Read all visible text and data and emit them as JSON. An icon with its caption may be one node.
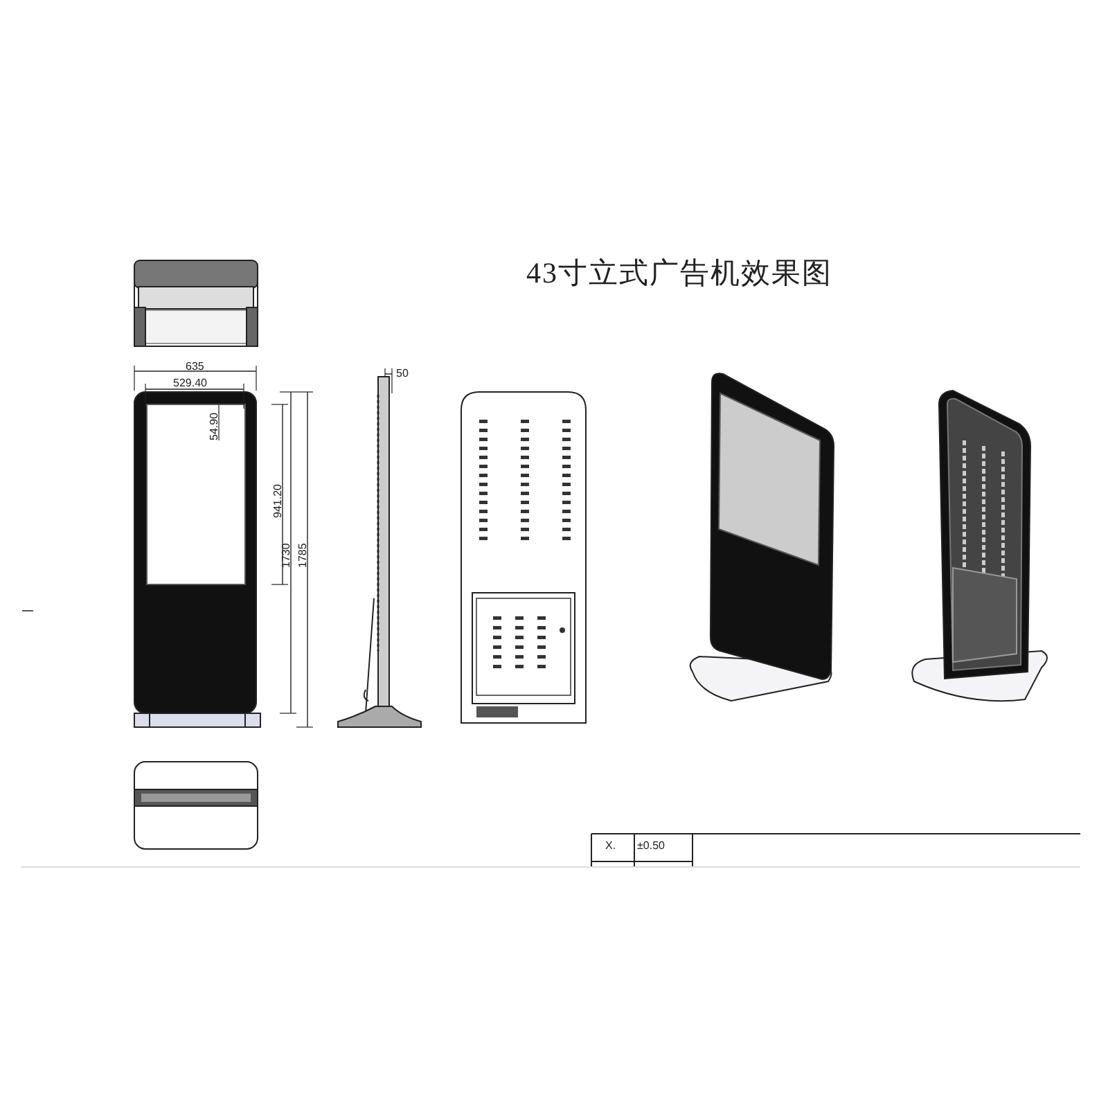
{
  "diagram": {
    "title": "43寸立式广告机效果图",
    "labels": [
      "635",
      "529.40",
      "54.90",
      "941.20",
      "1730",
      "1785",
      "50",
      "X.",
      "±0.50"
    ]
  }
}
